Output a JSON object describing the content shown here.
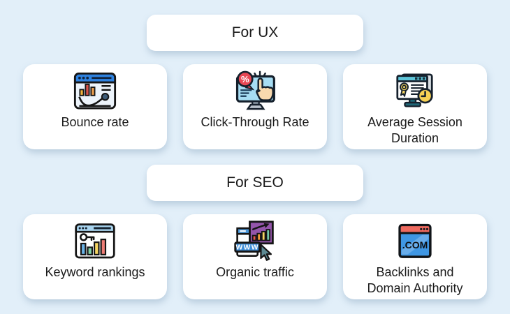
{
  "page": {
    "background": "#e2eff9",
    "card_color": "#ffffff",
    "text_color": "#1a1a1a"
  },
  "sections": [
    {
      "header": "For UX",
      "cards": [
        {
          "label": "Bounce rate",
          "icon": "bounce-rate-icon"
        },
        {
          "label": "Click-Through Rate",
          "icon": "click-through-rate-icon"
        },
        {
          "label": "Average Session Duration",
          "icon": "average-session-duration-icon"
        }
      ]
    },
    {
      "header": "For SEO",
      "cards": [
        {
          "label": "Keyword rankings",
          "icon": "keyword-rankings-icon"
        },
        {
          "label": "Organic traffic",
          "icon": "organic-traffic-icon"
        },
        {
          "label": "Backlinks and Domain Authority",
          "icon": "backlinks-domain-authority-icon"
        }
      ]
    }
  ],
  "icon_text": {
    "percent": "%",
    "www": "WWW",
    "dotcom": ".COM"
  }
}
